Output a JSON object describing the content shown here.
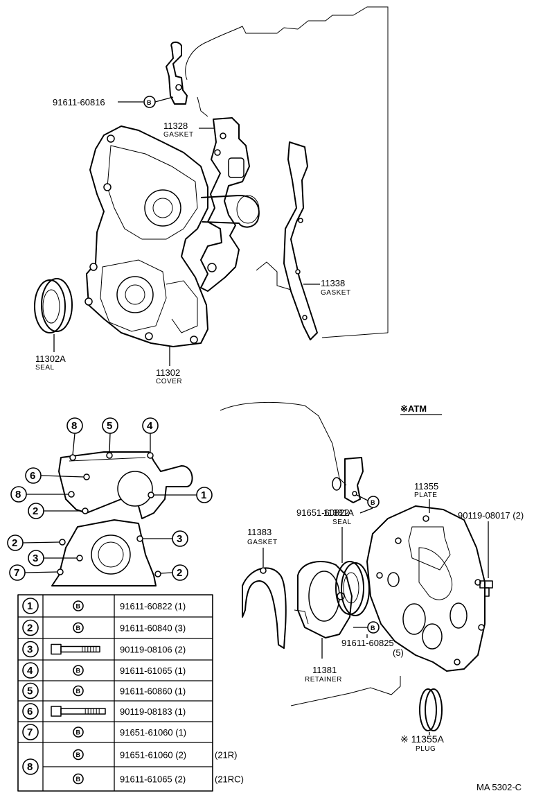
{
  "parts": {
    "bolt_top": "91611-60816",
    "gasket_11328": {
      "num": "11328",
      "label": "GASKET"
    },
    "gasket_11338": {
      "num": "11338",
      "label": "GASKET"
    },
    "seal_11302a": {
      "num": "11302A",
      "label": "SEAL"
    },
    "cover_11302": {
      "num": "11302",
      "label": "COVER"
    },
    "atm_label": "※ATM",
    "plate_11355": {
      "num": "11355",
      "label": "PLATE"
    },
    "bolt_90119_08017": "90119-08017 (2)",
    "gasket_11383": {
      "num": "11383",
      "label": "GASKET"
    },
    "seal_11381a": {
      "num": "11381A",
      "label": "SEAL"
    },
    "bolt_91651_60822": "91651-60822",
    "bolt_91611_60825": {
      "num": "91611-60825",
      "qty": "(5)"
    },
    "retainer_11381": {
      "num": "11381",
      "label": "RETAINER"
    },
    "plug_11355a": {
      "num": "※ 11355A",
      "label": "PLUG"
    }
  },
  "callouts": [
    "1",
    "2",
    "3",
    "4",
    "5",
    "6",
    "7",
    "8"
  ],
  "bolt_marker": "B",
  "table": [
    {
      "no": "1",
      "type": "B",
      "part": "91611-60822 (1)",
      "note": ""
    },
    {
      "no": "2",
      "type": "B",
      "part": "91611-60840 (3)",
      "note": ""
    },
    {
      "no": "3",
      "type": "bolt",
      "part": "90119-08106 (2)",
      "note": ""
    },
    {
      "no": "4",
      "type": "B",
      "part": "91611-61065 (1)",
      "note": ""
    },
    {
      "no": "5",
      "type": "B",
      "part": "91611-60860 (1)",
      "note": ""
    },
    {
      "no": "6",
      "type": "bolt",
      "part": "90119-08183 (1)",
      "note": ""
    },
    {
      "no": "7",
      "type": "B",
      "part": "91651-61060 (1)",
      "note": ""
    },
    {
      "no": "8",
      "type": "B",
      "part": "91651-61060 (2)",
      "note": "(21R)"
    },
    {
      "no": "8",
      "type": "B",
      "part": "91611-61065 (2)",
      "note": "(21RC)"
    }
  ],
  "footer_code": "MA  5302-C"
}
